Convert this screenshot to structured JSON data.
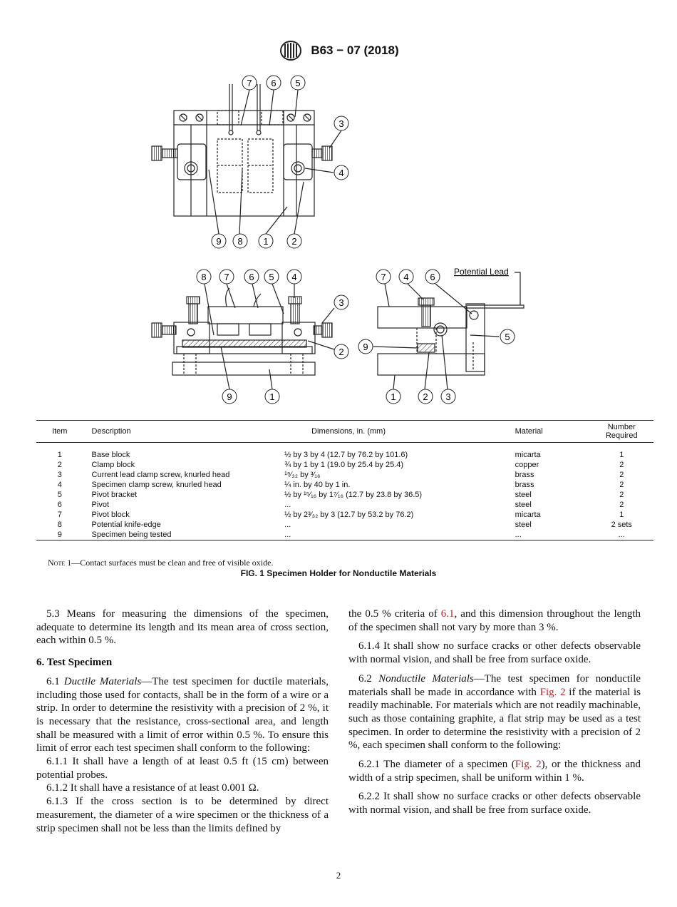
{
  "header": {
    "standard": "B63 − 07 (2018)",
    "logo_icon": "astm-logo"
  },
  "figure": {
    "top_view_callouts": [
      "7",
      "6",
      "5",
      "3",
      "4",
      "9",
      "8",
      "1",
      "2"
    ],
    "front_view_callouts": [
      "8",
      "7",
      "6",
      "5",
      "4",
      "3",
      "2",
      "9",
      "1"
    ],
    "side_view_callouts": [
      "7",
      "4",
      "6",
      "5",
      "9",
      "1",
      "2",
      "3"
    ],
    "potential_lead_label": "Potential Lead"
  },
  "table": {
    "headers": {
      "item": "Item",
      "description": "Description",
      "dimensions": "Dimensions, in. (mm)",
      "material": "Material",
      "number_line1": "Number",
      "number_line2": "Required"
    },
    "rows": [
      {
        "item": "1",
        "description": "Base block",
        "dimensions": "½ by 3 by 4 (12.7 by 76.2 by 101.6)",
        "material": "micarta",
        "number": "1"
      },
      {
        "item": "2",
        "description": "Clamp block",
        "dimensions": "¾ by 1 by 1 (19.0 by 25.4 by 25.4)",
        "material": "copper",
        "number": "2"
      },
      {
        "item": "3",
        "description": "Current lead clamp screw, knurled head",
        "dimensions": "¹⁹⁄₃₂ by ³⁄₁₆",
        "material": "brass",
        "number": "2"
      },
      {
        "item": "4",
        "description": "Specimen clamp screw, knurled head",
        "dimensions": "¼ in. by 40 by 1 in.",
        "material": "brass",
        "number": "2"
      },
      {
        "item": "5",
        "description": "Pivot bracket",
        "dimensions": "½ by ¹⁵⁄₁₆ by 1⁷⁄₁₆ (12.7 by 23.8 by 36.5)",
        "material": "steel",
        "number": "2"
      },
      {
        "item": "6",
        "description": "Pivot",
        "dimensions": "...",
        "material": "steel",
        "number": "2"
      },
      {
        "item": "7",
        "description": "Pivot block",
        "dimensions": "½ by 2³⁄₃₂ by 3 (12.7 by 53.2 by 76.2)",
        "material": "micarta",
        "number": "1"
      },
      {
        "item": "8",
        "description": "Potential knife-edge",
        "dimensions": "...",
        "material": "steel",
        "number": "2 sets"
      },
      {
        "item": "9",
        "description": "Specimen being tested",
        "dimensions": "...",
        "material": "...",
        "number": "..."
      }
    ]
  },
  "note": {
    "label": "Note 1",
    "text": "—Contact surfaces must be clean and free of visible oxide."
  },
  "figure_caption": "FIG. 1 Specimen Holder for Nonductile Materials",
  "left_column": {
    "p_5_3": "5.3 Means for measuring the dimensions of the specimen, adequate to determine its length and its mean area of cross section, each within 0.5 %.",
    "heading_6": "6. Test Specimen",
    "p_6_1_num": "6.1",
    "p_6_1_title": "Ductile Materials",
    "p_6_1_text": "—The test specimen for ductile materials, including those used for contacts, shall be in the form of a wire or a strip. In order to determine the resistivity with a precision of 2 %, it is necessary that the resistance, cross-sectional area, and length shall be measured with a limit of error within 0.5 %. To ensure this limit of error each test specimen shall conform to the following:",
    "p_6_1_1": "6.1.1 It shall have a length of at least 0.5 ft (15 cm) between potential probes.",
    "p_6_1_2": "6.1.2 It shall have a resistance of at least 0.001 Ω.",
    "p_6_1_3": "6.1.3 If the cross section is to be determined by direct measurement, the diameter of a wire specimen or the thickness of a strip specimen shall not be less than the limits defined by"
  },
  "right_column": {
    "p_cont_a": "the 0.5 % criteria of ",
    "p_cont_ref": "6.1",
    "p_cont_b": ", and this dimension throughout the length of the specimen shall not vary by more than 3 %.",
    "p_6_1_4": "6.1.4 It shall show no surface cracks or other defects observable with normal vision, and shall be free from surface oxide.",
    "p_6_2_num": "6.2",
    "p_6_2_title": "Nonductile Materials",
    "p_6_2_a": "—The test specimen for nonductile materials shall be made in accordance with ",
    "p_6_2_ref": "Fig. 2",
    "p_6_2_b": " if the material is readily machinable. For materials which are not readily machinable, such as those containing graphite, a flat strip may be used as a test specimen. In order to determine the resistivity with a precision of 2 %, each specimen shall conform to the following:",
    "p_6_2_1_a": "6.2.1 The diameter of a specimen (",
    "p_6_2_1_ref": "Fig. 2",
    "p_6_2_1_b": "), or the thickness and width of a strip specimen, shall be uniform within 1 %.",
    "p_6_2_2": "6.2.2 It shall show no surface cracks or other defects observable with normal vision, and shall be free from surface oxide."
  },
  "page_number": "2"
}
